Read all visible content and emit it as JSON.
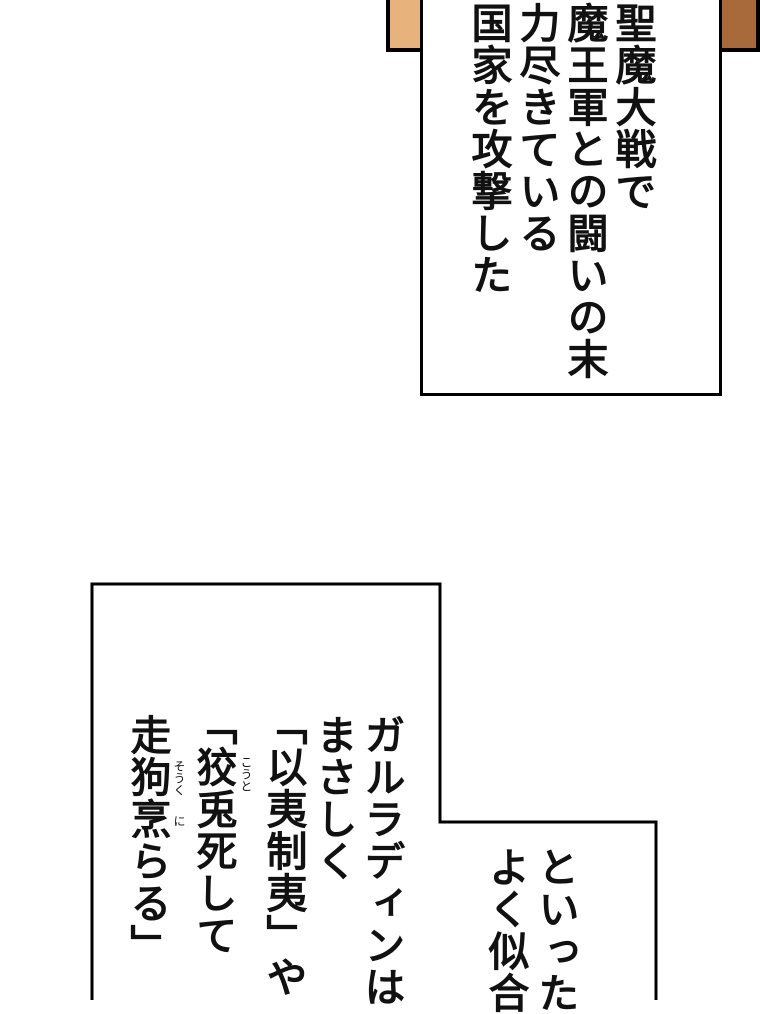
{
  "bubble_top": {
    "lines": [
      "聖魔大戦で",
      "魔王軍との闘いの末",
      "力尽きている",
      "国家を攻撃した"
    ]
  },
  "bubble_bottom": {
    "lines": [
      "といった",
      "よく似合",
      "ガルラディンは",
      "まさしく",
      "「以夷制夷」や",
      "「狡兎死して",
      "走狗烹らる」"
    ],
    "ruby": {
      "kouto": "こうと",
      "souku": "そうく",
      "ni": "に"
    }
  }
}
